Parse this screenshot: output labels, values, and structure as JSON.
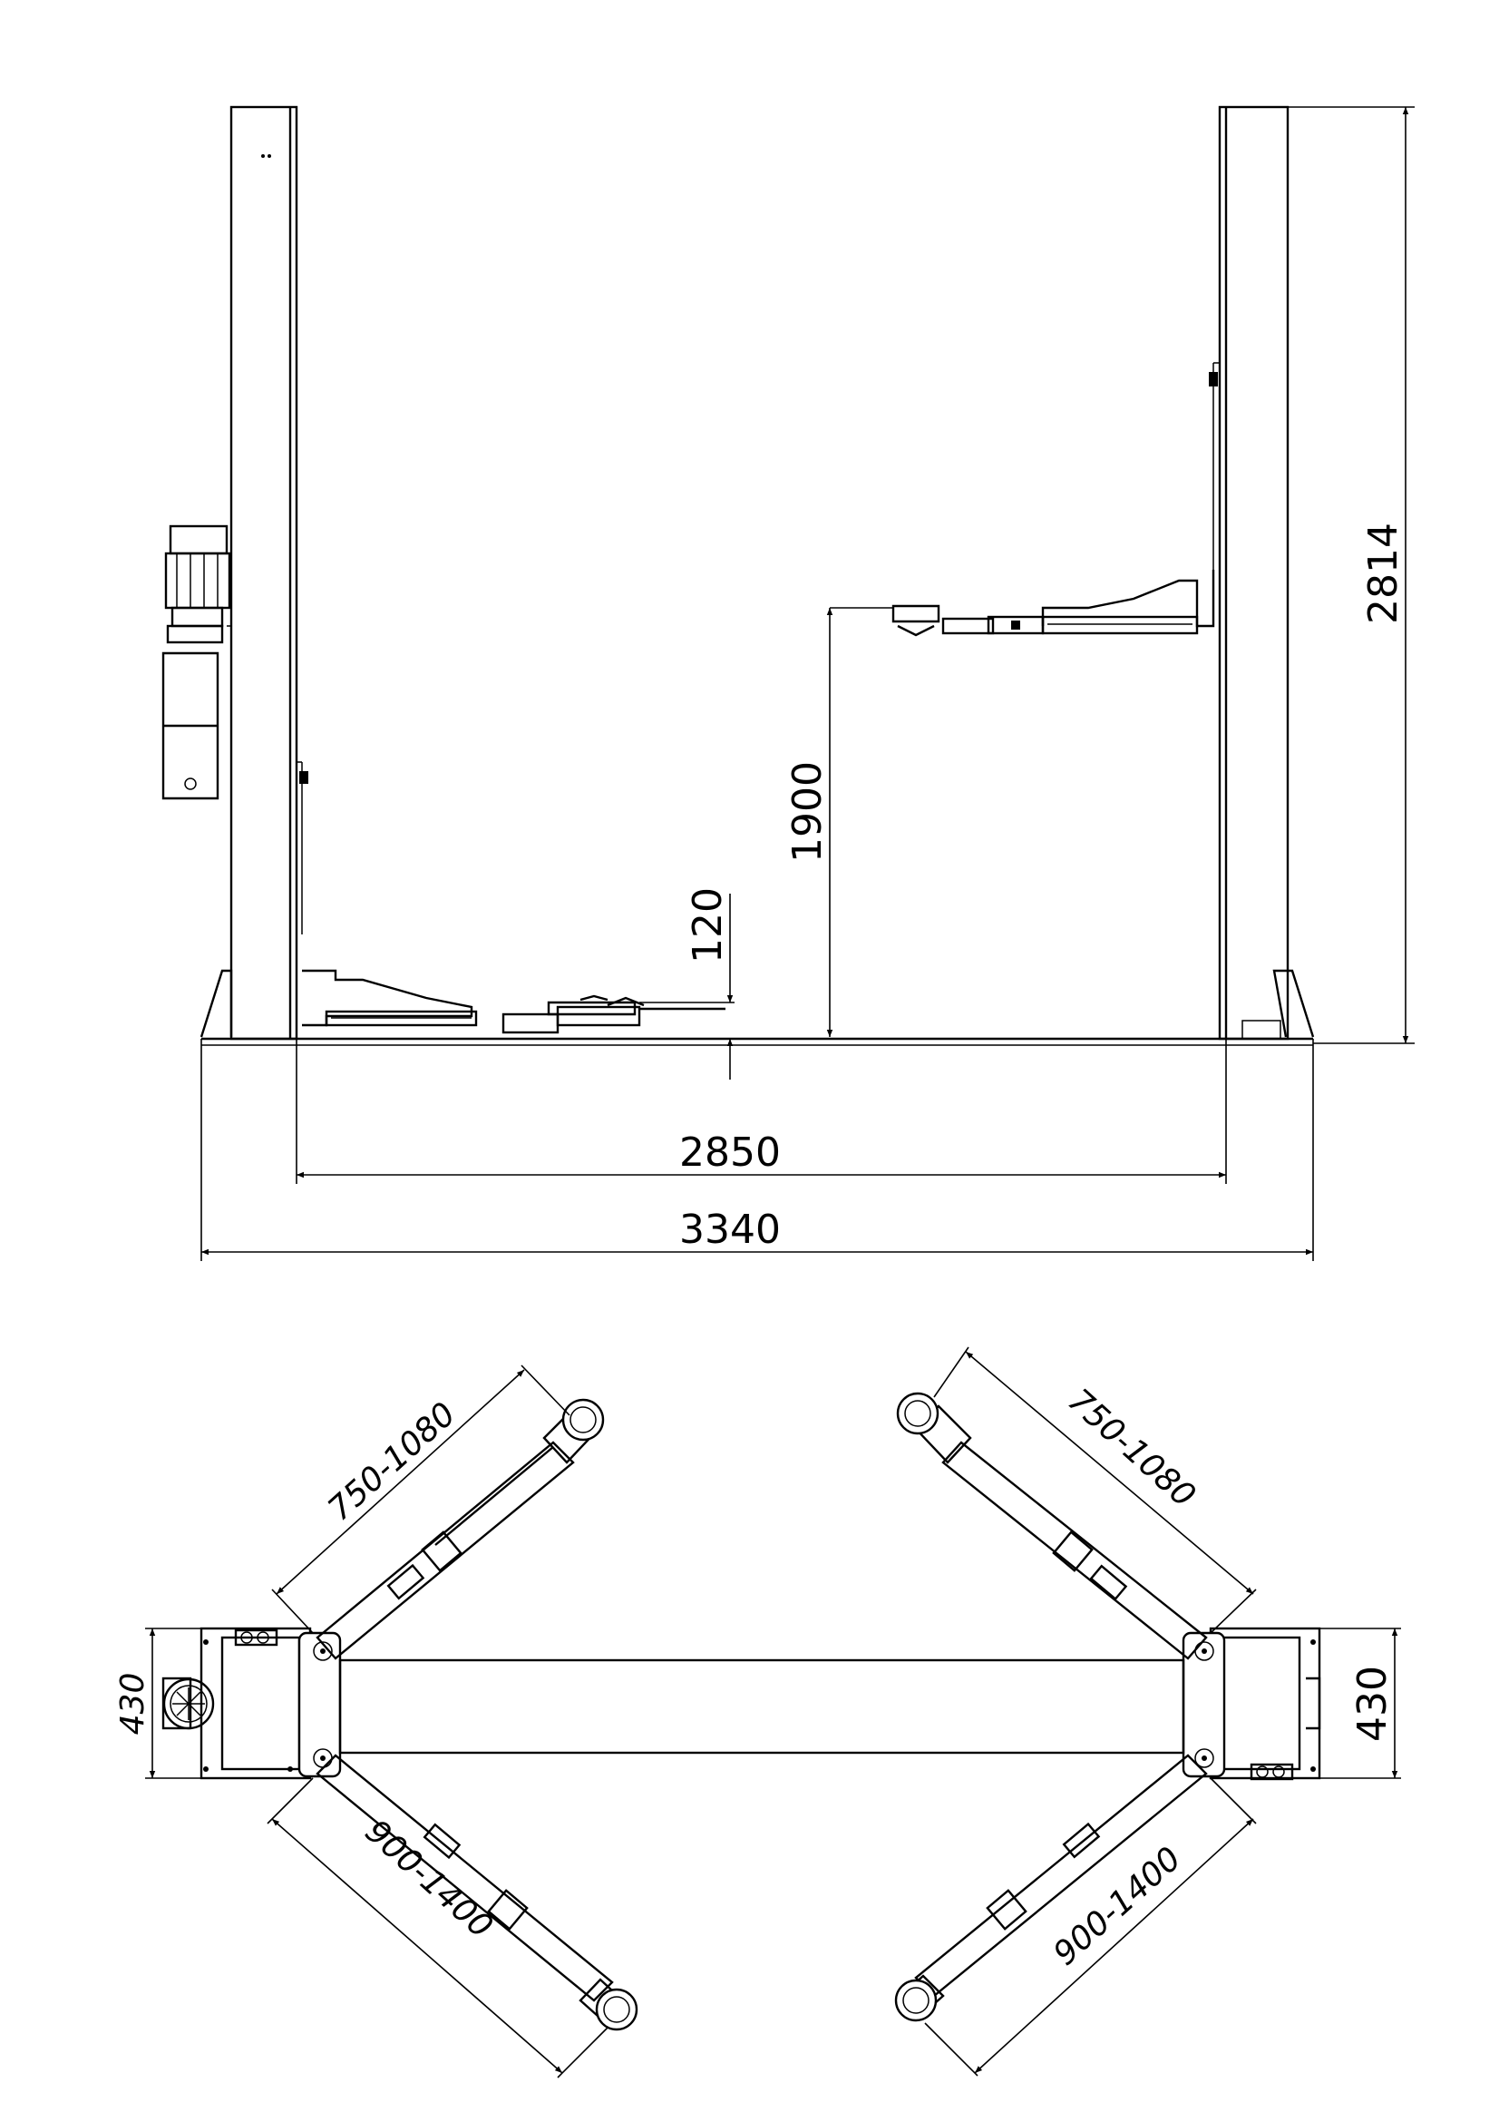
{
  "drawing": {
    "side_view": {
      "overall_width": "3340",
      "inner_width": "2850",
      "total_height": "2814",
      "max_lift_height": "1900",
      "min_pad_height": "120"
    },
    "top_view": {
      "front_arm_left": "750-1080",
      "front_arm_right": "750-1080",
      "rear_arm_left": "900-1400",
      "rear_arm_right": "900-1400",
      "column_depth_left": "430",
      "column_depth_right": "430"
    }
  }
}
